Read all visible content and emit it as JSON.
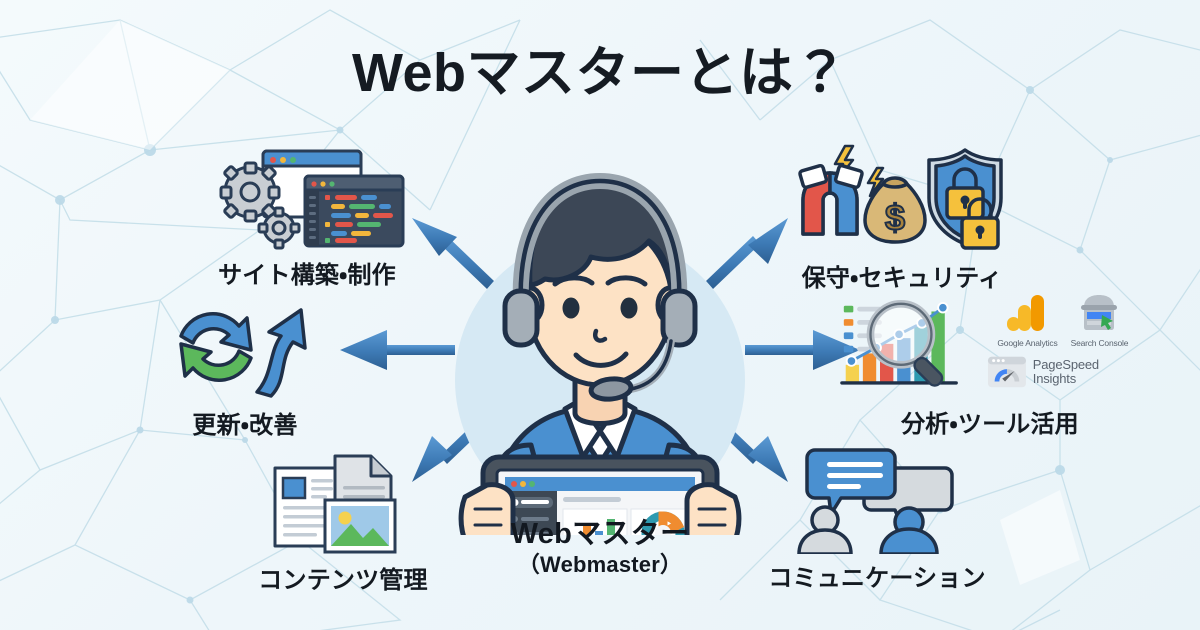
{
  "page": {
    "title": "Webマスターとは？",
    "background_color": "#eef6fa",
    "accent_color": "#3d7ab5",
    "text_color": "#141a21"
  },
  "hub": {
    "name": "webmaster-hub",
    "label_jp": "Webマスター",
    "label_en": "（Webmaster）",
    "circle_color": "#d6e9f4",
    "avatar": {
      "icon": "person-with-headset-holding-tablet-icon",
      "shirt_color": "#4a90d0",
      "hair_color": "#3c4756",
      "skin_color": "#fbdcc0"
    },
    "tablet": {
      "icon": "dashboard-tablet-icon",
      "widgets": [
        "sidebar-nav",
        "bar-chart",
        "donut-chart",
        "check-badge",
        "bar-badge",
        "image-badge"
      ]
    }
  },
  "nodes": [
    {
      "id": "node-build",
      "name": "sitebuild-node",
      "label": "サイト構築・制作",
      "icon": "gears-browser-code-icon"
    },
    {
      "id": "node-update",
      "name": "update-node",
      "label": "更新・改善",
      "icon": "refresh-cycle-growth-arrow-icon"
    },
    {
      "id": "node-content",
      "name": "content-node",
      "label": "コンテンツ管理",
      "icon": "documents-image-icon"
    },
    {
      "id": "node-comm",
      "name": "communication-node",
      "label": "コミュニケーション",
      "icon": "speech-bubbles-people-icon"
    },
    {
      "id": "node-analytics",
      "name": "analytics-node",
      "label": "分析・ツール活用",
      "icon": "chart-magnifier-icon",
      "tools": [
        {
          "name": "Google Analytics",
          "icon": "google-analytics-logo"
        },
        {
          "name": "Search Console",
          "icon": "search-console-logo"
        },
        {
          "name": "PageSpeed Insights",
          "icon": "pagespeed-insights-logo"
        }
      ]
    },
    {
      "id": "node-security",
      "name": "security-node",
      "label": "保守・セキュリティ",
      "icon": "magnet-moneybag-shield-lock-icon"
    }
  ],
  "arrows": {
    "color": "#3d7ab5",
    "count": 6,
    "directions": [
      "up-left-to-sitebuild",
      "left-to-update",
      "down-left-to-content",
      "down-right-to-communication",
      "right-to-analytics",
      "up-right-to-security"
    ]
  }
}
